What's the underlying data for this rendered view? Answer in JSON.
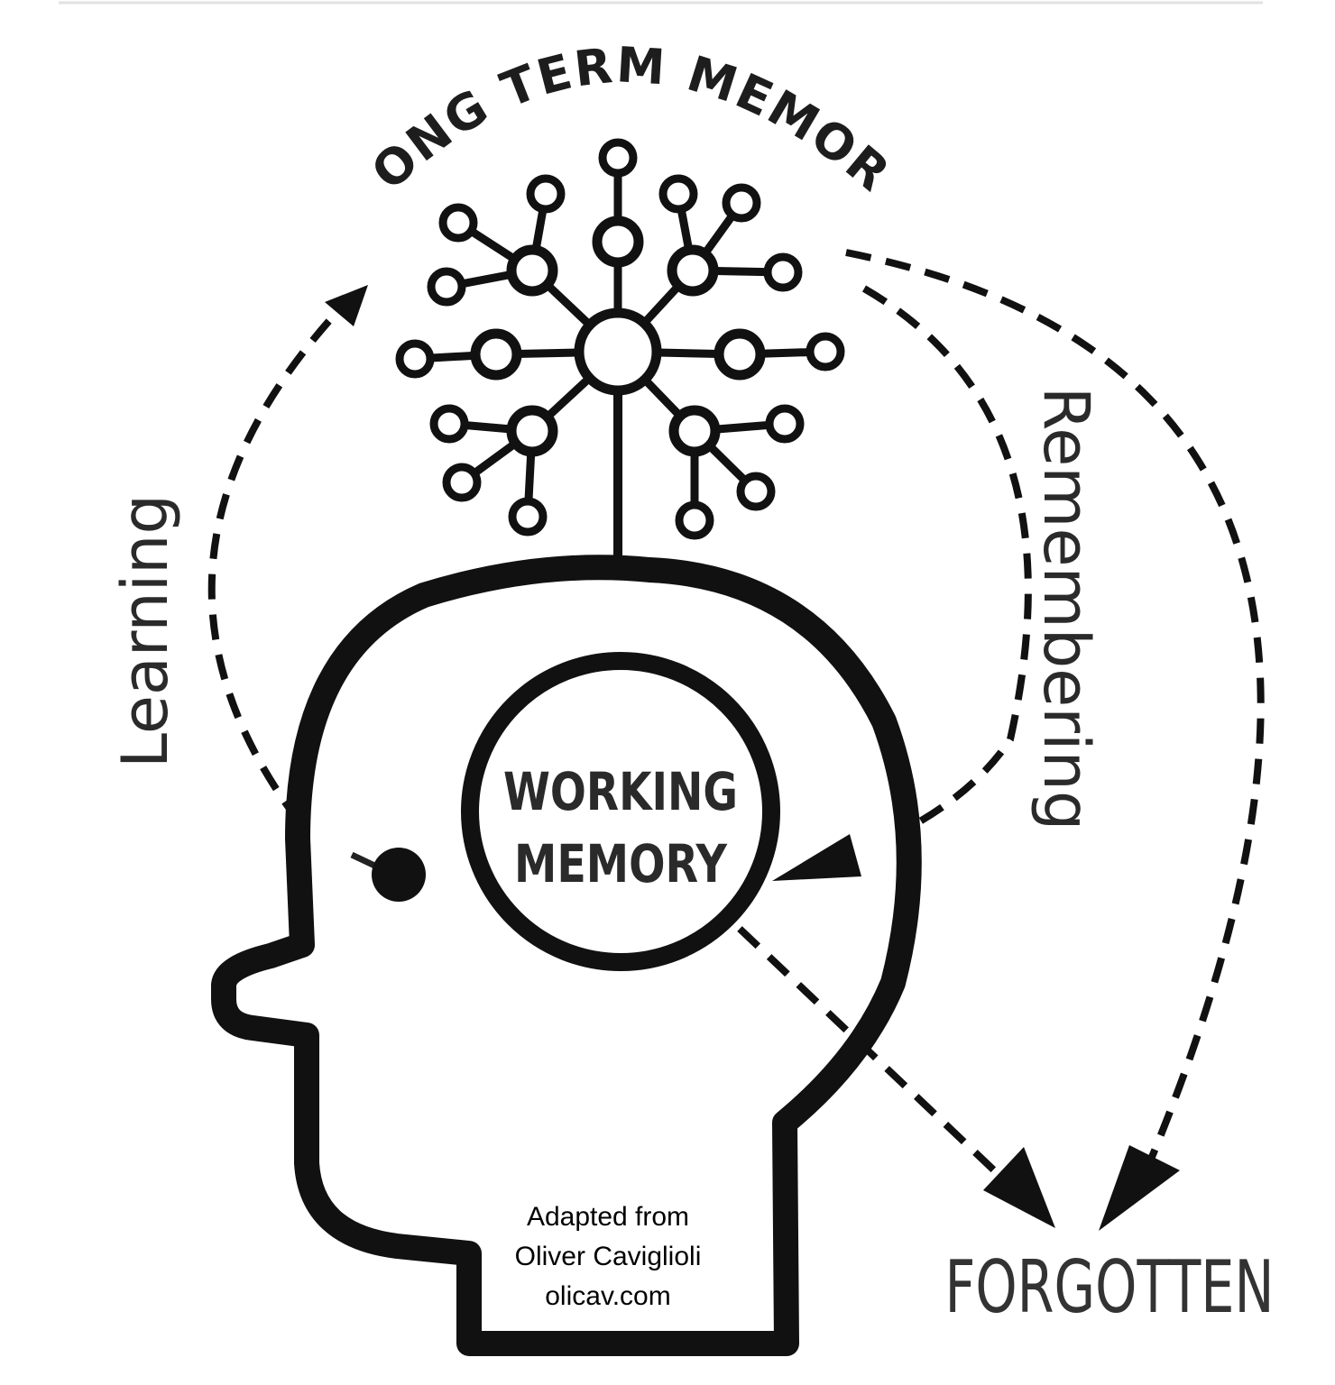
{
  "diagram": {
    "long_term_memory_label": "LONG TERM MEMORY",
    "working_memory_lines": [
      "WORKING",
      "MEMORY"
    ],
    "learning_label": "Learning",
    "remembering_label": "Remembering",
    "forgotten_label": "FORGOTTEN",
    "credit_lines": [
      "Adapted from",
      "Oliver Caviglioli",
      "olicav.com"
    ]
  }
}
